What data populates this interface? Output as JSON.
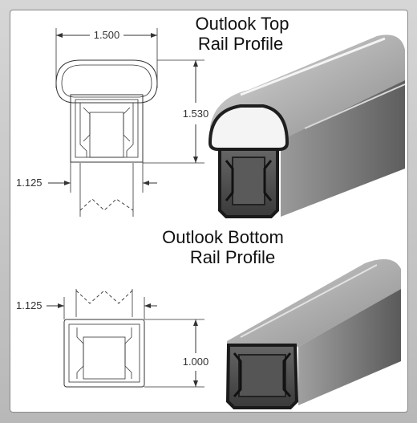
{
  "top_section": {
    "title_line1": "Outlook Top",
    "title_line2": "Rail Profile",
    "dim_width": "1.500",
    "dim_height": "1.530",
    "dim_base": "1.125"
  },
  "bottom_section": {
    "title_line1": "Outlook Bottom",
    "title_line2": "Rail Profile",
    "dim_width": "1.125",
    "dim_height": "1.000"
  },
  "colors": {
    "rail_light": "#bdbdbd",
    "rail_mid": "#8e8e8e",
    "rail_dark": "#4a4a4a",
    "rail_shadow": "#2a2a2a"
  }
}
